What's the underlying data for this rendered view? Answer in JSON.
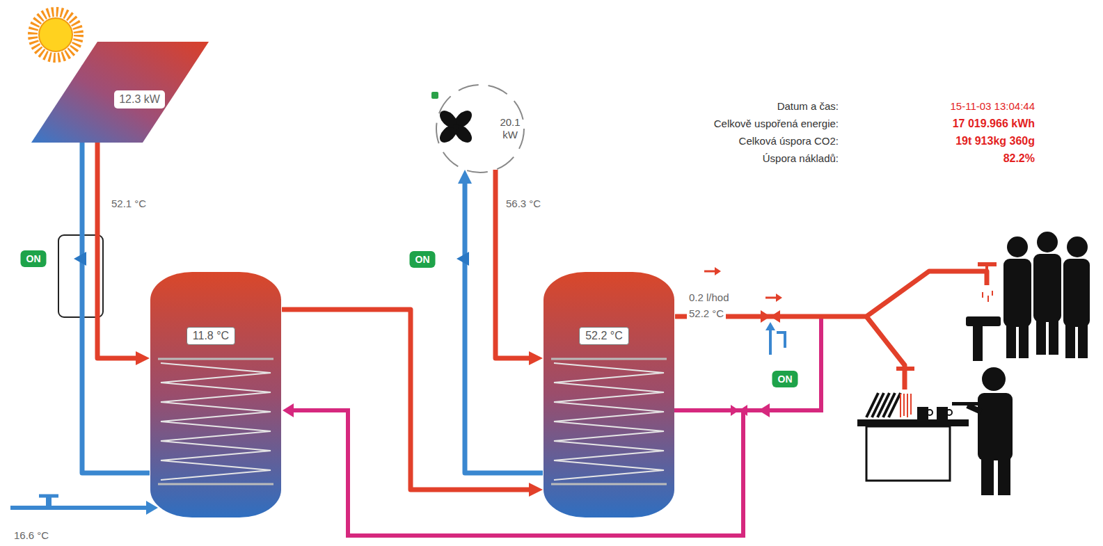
{
  "diagram": {
    "nodes": [
      {
        "text": [
          "12.3 kW"
        ]
      },
      {
        "text": [
          "20.1 kW"
        ]
      },
      {
        "text": [
          "11.8 °C"
        ]
      },
      {
        "text": [
          "52.2 °C"
        ]
      }
    ],
    "edges": [
      {
        "from": 0,
        "to": 2,
        "arrow": "to"
      },
      {
        "from": 2,
        "to": 0,
        "arrow": "to"
      },
      {
        "from": 1,
        "to": 3,
        "arrow": "to"
      },
      {
        "from": 3,
        "to": 1,
        "arrow": "to"
      },
      {
        "from": 2,
        "to": 3,
        "arrow": "to"
      }
    ],
    "labels": [
      "Datum a čas:",
      "15-11-03 13:04:44",
      "Celkově uspořená energie:",
      "17 019.966 kWh",
      "Celková úspora CO2:",
      "19t 913kg 360g",
      "Úspora nákladů:",
      "82.2%",
      "52.1 °C",
      "56.3 °C",
      "ON",
      "ON",
      "ON",
      "0.2 l/hod",
      "52.2 °C",
      "16.6 °C"
    ]
  }
}
